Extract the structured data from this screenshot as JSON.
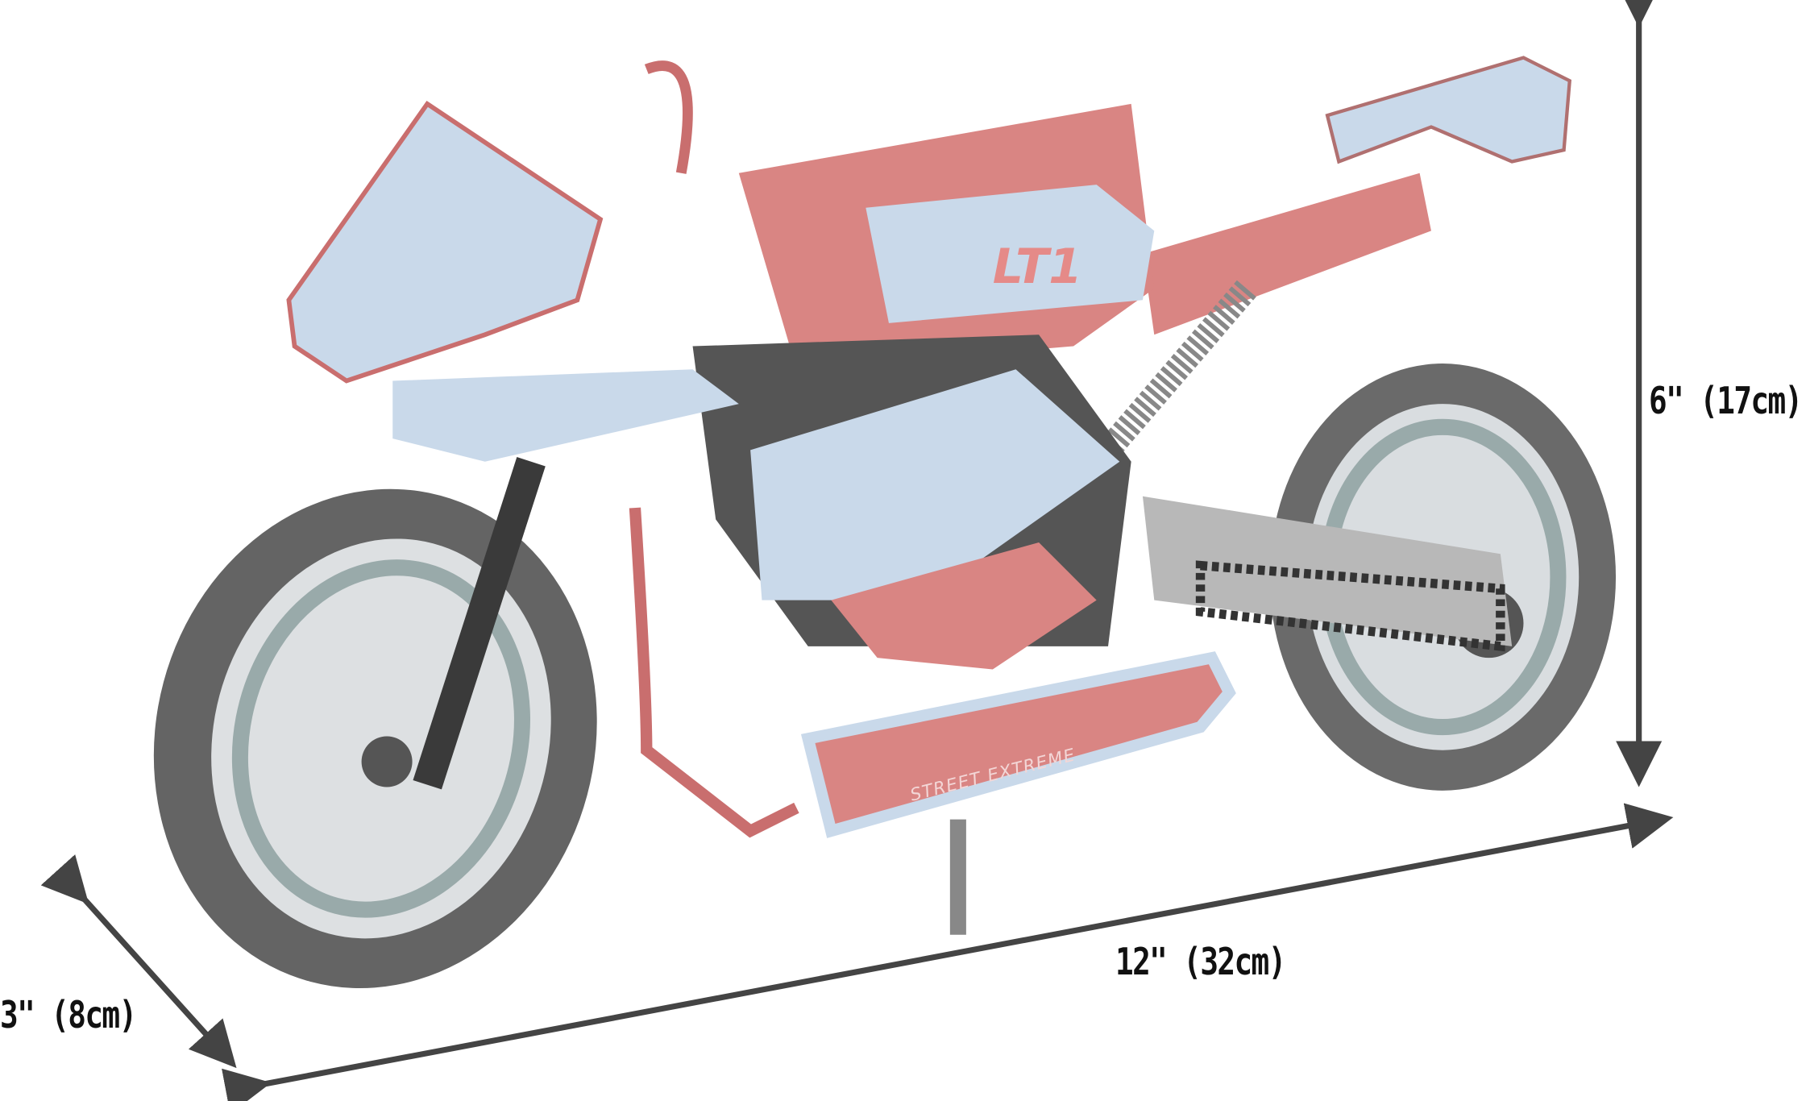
{
  "product": {
    "logo_text": "LT1",
    "side_text": "STREET EXTREME"
  },
  "dimensions": {
    "height": "6\" (17cm)",
    "length": "12\" (32cm)",
    "width": "3\" (8cm)"
  },
  "colors": {
    "fairing": "#c9d9ea",
    "frame": "#d98583",
    "tire": "#5e5e5e",
    "arrow": "#444444"
  }
}
